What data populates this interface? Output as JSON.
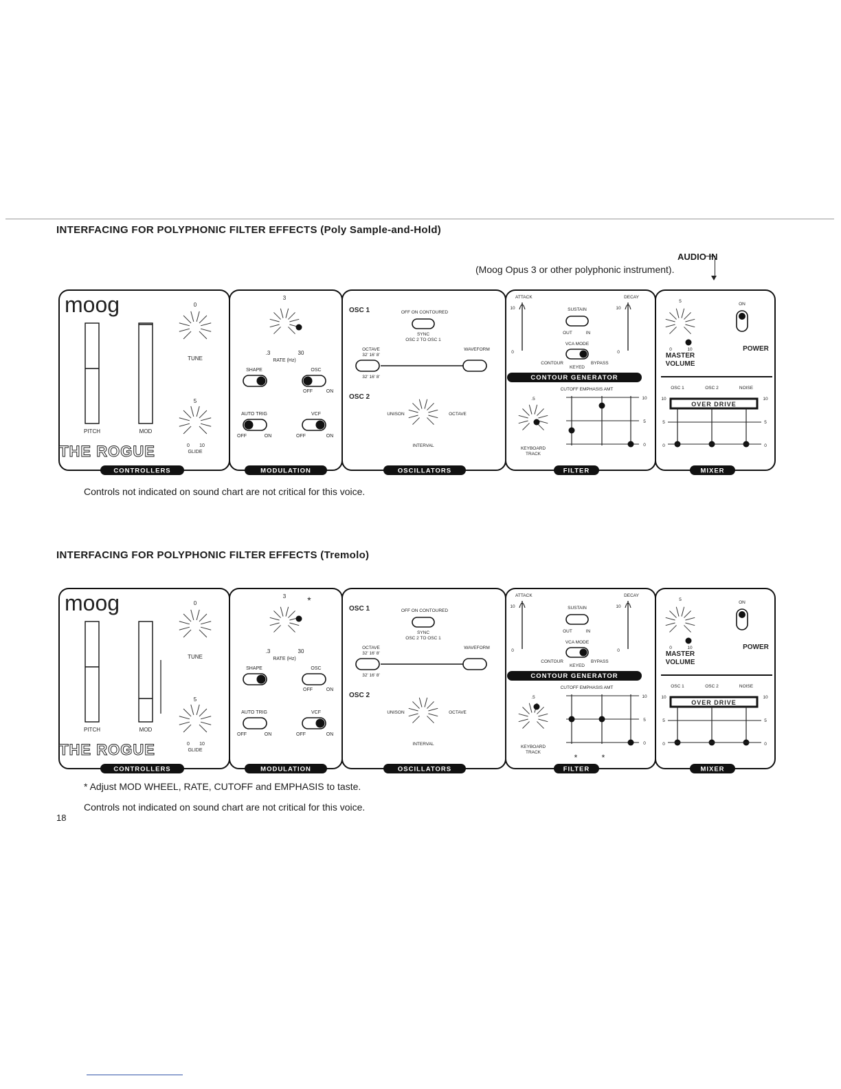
{
  "page": {
    "number": "18",
    "sections": [
      {
        "heading": "INTERFACING FOR POLYPHONIC FILTER EFFECTS",
        "subheading": "(Poly Sample-and-Hold)",
        "audio_in_label": "AUDIO IN",
        "audio_in_note": "(Moog Opus 3 or other polyphonic instrument).",
        "notes": [
          "Controls not indicated on sound chart are not critical for this voice."
        ]
      },
      {
        "heading": "INTERFACING FOR POLYPHONIC FILTER EFFECTS",
        "subheading": "(Tremolo)",
        "notes": [
          "* Adjust MOD WHEEL, RATE, CUTOFF and EMPHASIS to taste.",
          "Controls not indicated on sound chart are not critical for this voice."
        ]
      }
    ]
  },
  "panel": {
    "brand": "moog",
    "model": "THE ROGUE",
    "sections": [
      "CONTROLLERS",
      "MODULATION",
      "OSCILLATORS",
      "FILTER",
      "MIXER"
    ],
    "contour_generator_label": "CONTOUR GENERATOR",
    "controllers": {
      "pitch": "PITCH",
      "mod": "MOD",
      "tune": "TUNE",
      "glide": "GLIDE"
    },
    "modulation": {
      "rate": "RATE (Hz)",
      "shape": "SHAPE",
      "osc": "OSC",
      "auto_trig": "AUTO TRIG",
      "vcf": "VCF",
      "off": "OFF",
      "on": "ON"
    },
    "oscillators": {
      "osc1": "OSC 1",
      "osc2": "OSC 2",
      "off_on_contoured": "OFF ON CONTOURED",
      "sync": "SYNC",
      "sync_sub": "OSC 2 TO OSC 1",
      "octave": "OCTAVE",
      "octave_values": "32'  16'  8'",
      "waveform": "WAVEFORM",
      "unison": "UNISON",
      "octave_label": "OCTAVE",
      "interval": "INTERVAL"
    },
    "contour": {
      "attack": "ATTACK",
      "decay": "DECAY",
      "sustain": "SUSTAIN",
      "out": "OUT",
      "in": "IN",
      "vca_mode": "VCA MODE",
      "contour": "CONTOUR",
      "keyed": "KEYED",
      "bypass": "BYPASS"
    },
    "filter": {
      "cutoff": "CUTOFF",
      "emphasis": "EMPHASIS",
      "amt": "AMT",
      "keyboard": "KEYBOARD",
      "track": "TRACK"
    },
    "mixer": {
      "on": "ON",
      "power": "POWER",
      "master": "MASTER",
      "volume": "VOLUME",
      "osc1": "OSC 1",
      "osc2": "OSC 2",
      "noise": "NOISE",
      "over_drive": "OVER  DRIVE"
    },
    "ticks": {
      "zero": "0",
      "five": "5",
      "ten": "10",
      "three": "3",
      "thirty": "30",
      "point3": ".3",
      "point5": ".5",
      "star": "*"
    }
  }
}
